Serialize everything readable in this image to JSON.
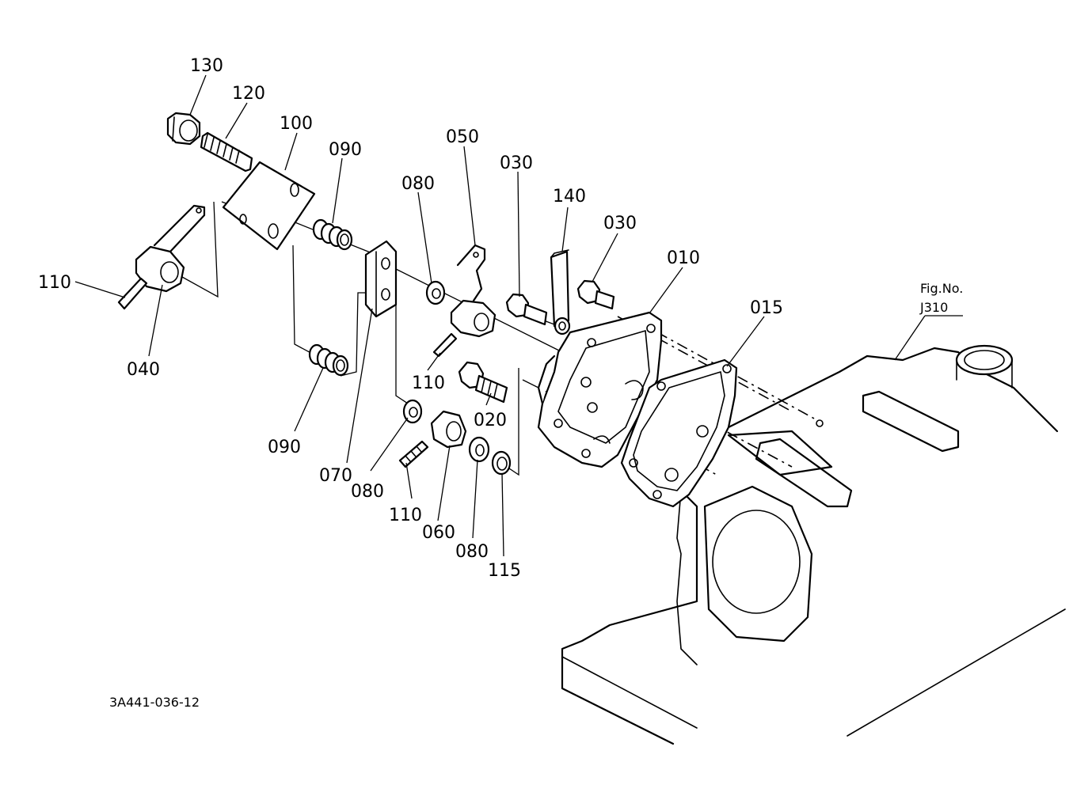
{
  "figure": {
    "fig_label": "Fig.No.",
    "fig_number": "J310",
    "drawing_code": "3A441-036-12"
  },
  "callouts": {
    "c130": "130",
    "c120": "120",
    "c100": "100",
    "c090a": "090",
    "c090b": "090",
    "c080a": "080",
    "c080b": "080",
    "c080c": "080",
    "c050": "050",
    "c030a": "030",
    "c030b": "030",
    "c140": "140",
    "c010": "010",
    "c015": "015",
    "c110a": "110",
    "c110b": "110",
    "c110c": "110",
    "c040": "040",
    "c070": "070",
    "c020": "020",
    "c060": "060",
    "c115": "115"
  }
}
